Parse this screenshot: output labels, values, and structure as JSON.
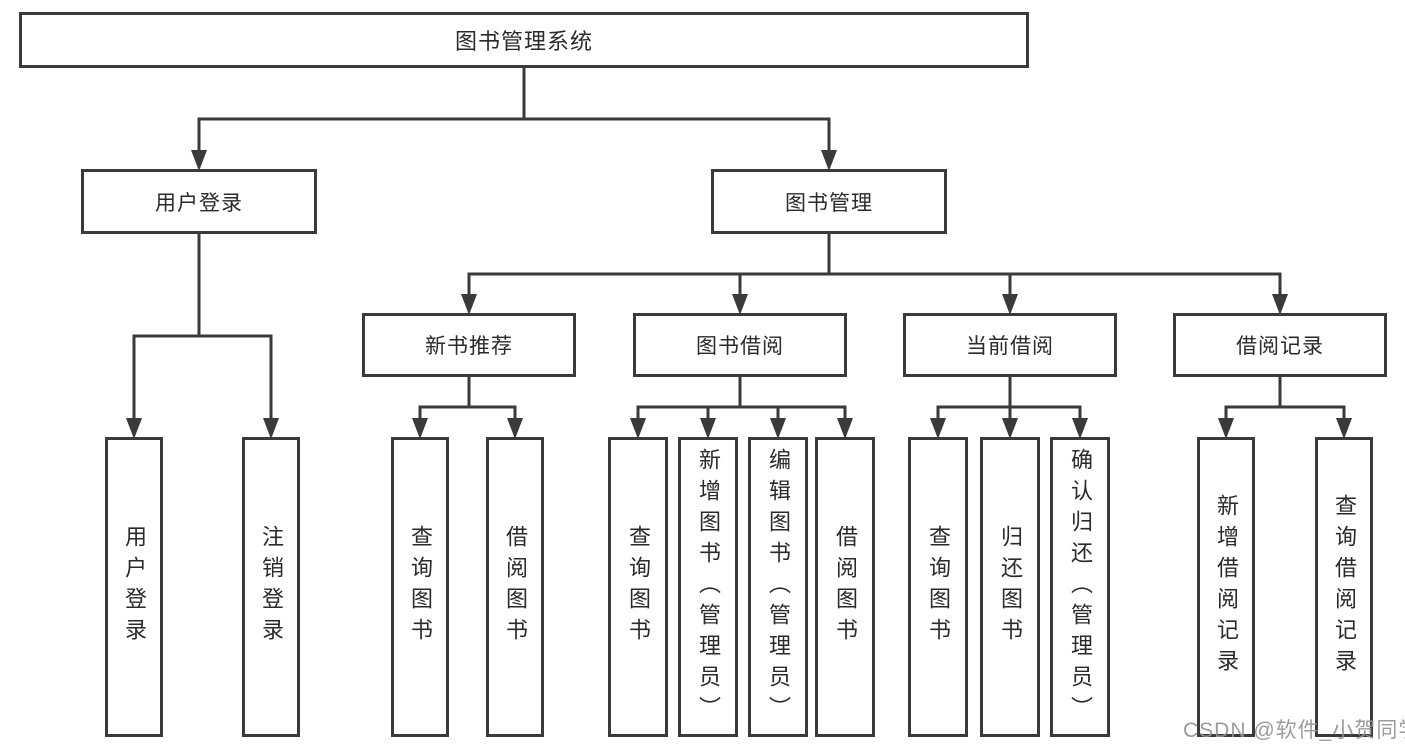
{
  "nodes": {
    "root": "图书管理系统",
    "user_login": "用户登录",
    "book_mgmt": "图书管理",
    "new_books": "新书推荐",
    "book_borrow": "图书借阅",
    "current_borrow": "当前借阅",
    "borrow_records": "借阅记录",
    "leaf_user_login": "用户登录",
    "leaf_logout": "注销登录",
    "leaf_nb_query": "查询图书",
    "leaf_nb_borrow": "借阅图书",
    "leaf_bb_query": "查询图书",
    "leaf_bb_add": "新增图书（管理员）",
    "leaf_bb_edit": "编辑图书（管理员）",
    "leaf_bb_borrow": "借阅图书",
    "leaf_cb_query": "查询图书",
    "leaf_cb_return": "归还图书",
    "leaf_cb_confirm": "确认归还（管理员）",
    "leaf_br_add": "新增借阅记录",
    "leaf_br_query": "查询借阅记录"
  },
  "watermark": "CSDN @软件_小贺同学",
  "colors": {
    "line": "#3a3a3a",
    "text": "#2a2a2a",
    "watermark": "#949494",
    "background": "#ffffff"
  }
}
